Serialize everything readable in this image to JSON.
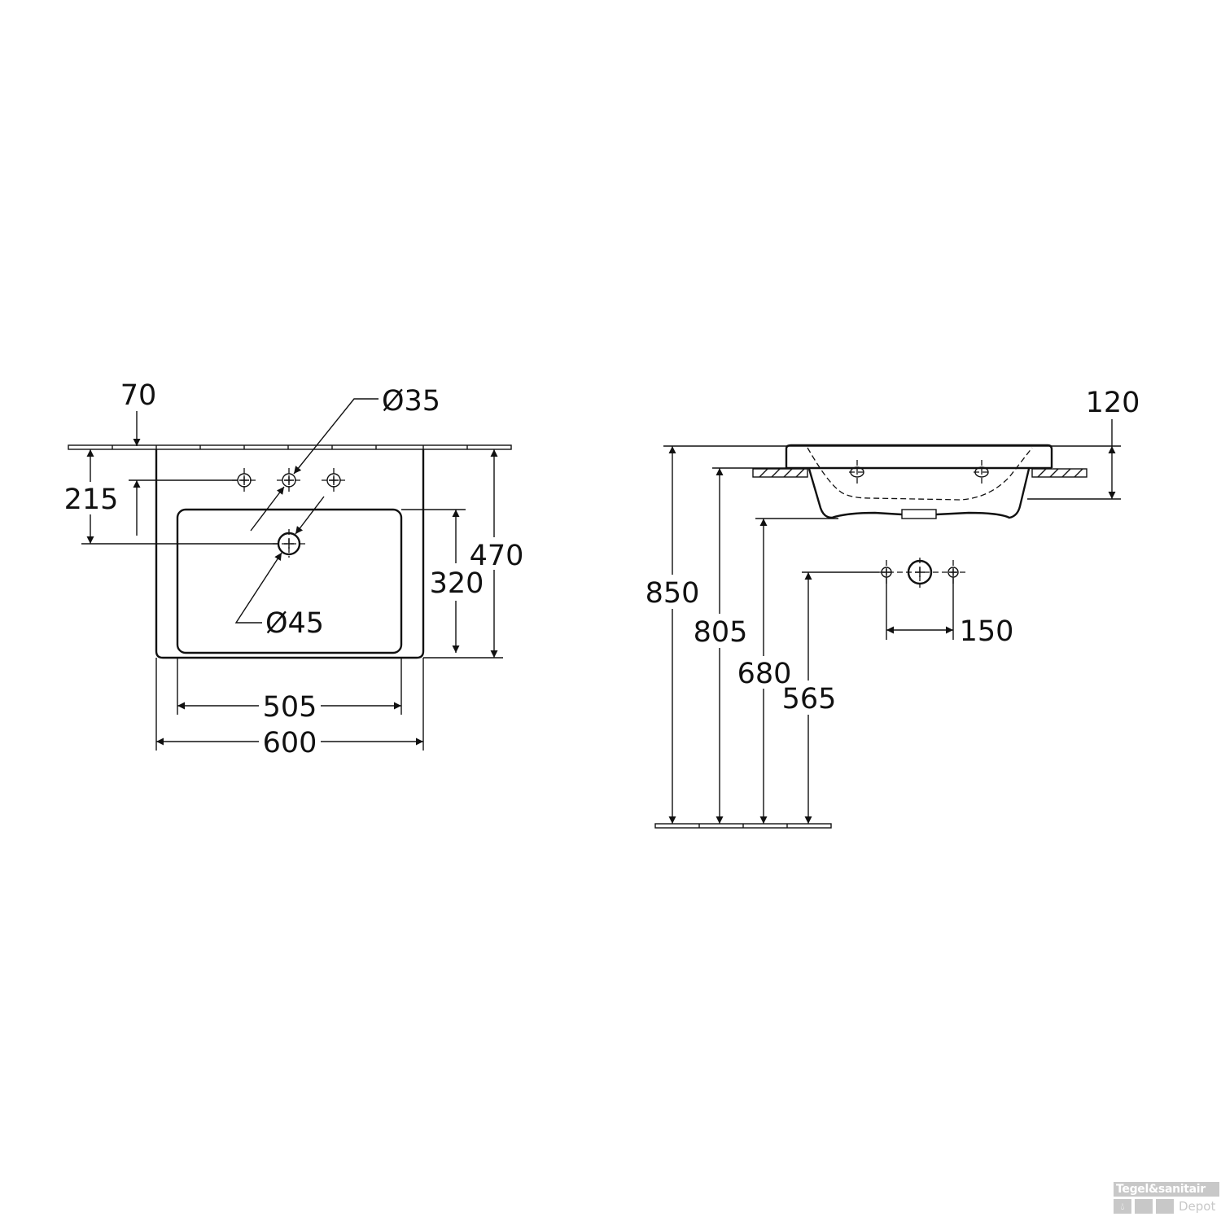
{
  "plan_view": {
    "dimensions": {
      "tap_hole_offset": "70",
      "waste_depth": "215",
      "overall_depth": "470",
      "bowl_depth": "320",
      "bowl_width": "505",
      "overall_width": "600",
      "tap_hole_diameter": "Ø35",
      "waste_diameter": "Ø45"
    }
  },
  "side_view": {
    "dimensions": {
      "basin_height": "120",
      "rim_height": "850",
      "counter_height": "805",
      "bottom_height": "680",
      "connection_height": "565",
      "connection_spacing": "150"
    }
  },
  "watermark": {
    "brand_top": "Tegel&sanitair",
    "brand_bottom": "Depot"
  },
  "colors": {
    "line": "#111111",
    "logo": "#c8c8c8"
  }
}
